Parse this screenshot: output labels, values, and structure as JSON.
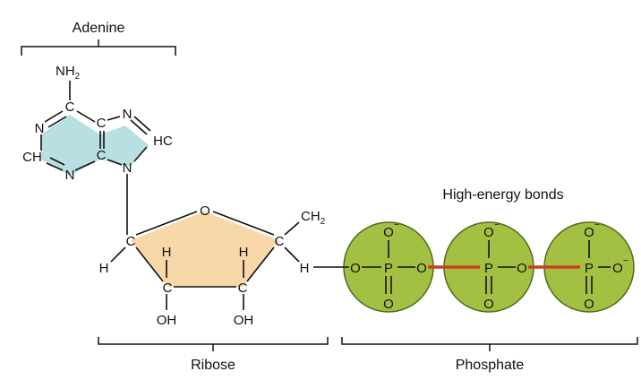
{
  "labels": {
    "adenine": "Adenine",
    "ribose": "Ribose",
    "phosphate": "Phosphate",
    "high_energy_bonds": "High-energy bonds"
  },
  "adenine_atoms": {
    "nh2_n": "NH",
    "nh2_sub": "2",
    "c_top": "C",
    "n_left": "N",
    "c_mid": "C",
    "n_right": "N",
    "hc": "HC",
    "ch_left": "CH",
    "c_low": "C",
    "n_bottom": "N",
    "n_link": "N"
  },
  "ribose_atoms": {
    "o_ring": "O",
    "ch2_c": "CH",
    "ch2_sub": "2",
    "c_left": "C",
    "h_left": "H",
    "c_right": "C",
    "h_right": "H",
    "h_inner_left": "H",
    "h_inner_right": "H",
    "c_bl": "C",
    "c_br": "C",
    "oh_left": "OH",
    "oh_right": "OH"
  },
  "phosphates": [
    {
      "o_top": "O",
      "charge": "−",
      "p": "P",
      "o_bottom": "O"
    },
    {
      "o_top": "O",
      "charge": "−",
      "p": "P",
      "o_bottom": "O"
    },
    {
      "o_top": "O",
      "charge": "−",
      "p": "P",
      "o_bottom": "O"
    }
  ],
  "chain_atoms": {
    "o1": "O",
    "o_link1": "O",
    "o_link2": "O",
    "o_end": "O",
    "o_end_charge": "−"
  },
  "colors": {
    "adenine_fill": "#b8e0e3",
    "ribose_fill": "#f8d7a8",
    "phosphate_fill": "#a4c043",
    "phosphate_stroke": "#4f6b1b",
    "high_energy_bond": "#c8401e"
  }
}
